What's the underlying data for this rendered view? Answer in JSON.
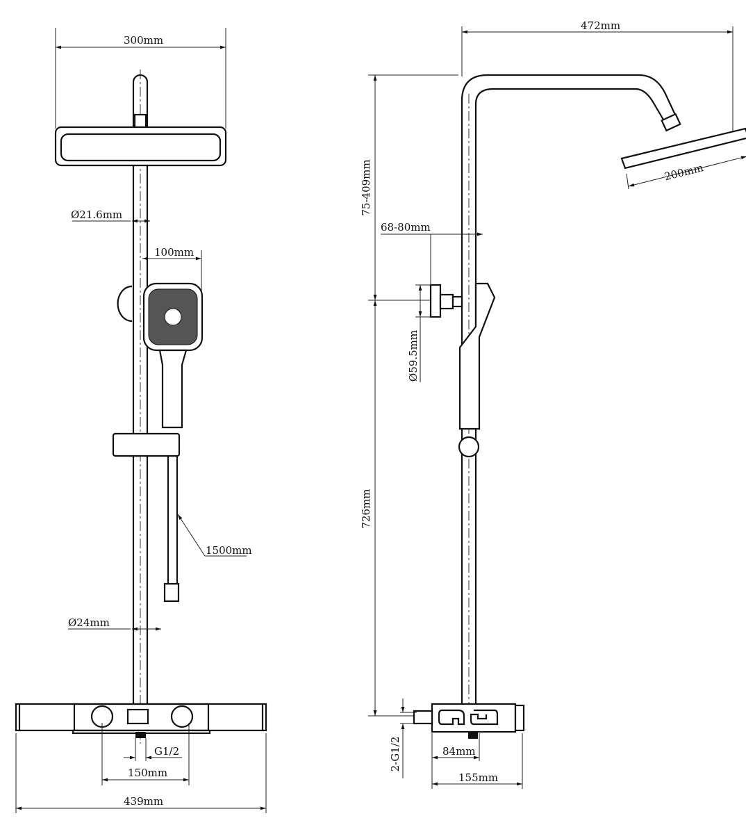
{
  "front_view": {
    "width_head": "300mm",
    "rail_diameter": "Ø21.6mm",
    "handheld_width": "100mm",
    "hose_length": "1500mm",
    "pipe_diameter": "Ø24mm",
    "inlet_thread": "G1/2",
    "inlet_spacing": "150mm",
    "unit_width": "439mm"
  },
  "side_view": {
    "total_reach": "472mm",
    "adjust_height": "75-409mm",
    "wall_distance": "68-80mm",
    "head_size": "200mm",
    "flange_diameter": "Ø59.5mm",
    "lower_height": "726mm",
    "inlets": "2-G1/2",
    "inlet_offset": "84mm",
    "unit_depth": "155mm"
  }
}
